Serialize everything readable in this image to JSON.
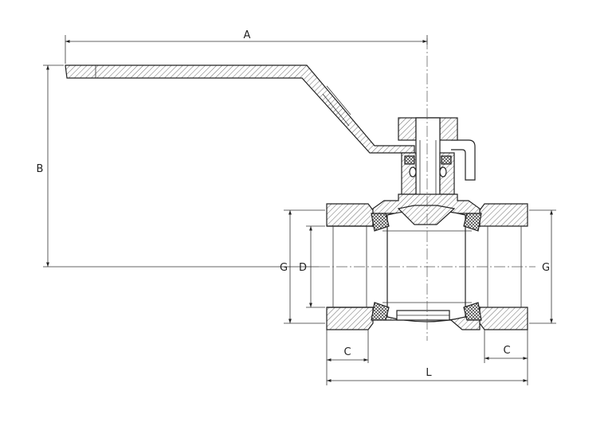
{
  "dimensions": {
    "A": "A",
    "B": "B",
    "C_left": "C",
    "C_right": "C",
    "D": "D",
    "G_left": "G",
    "G_right": "G",
    "L": "L"
  }
}
